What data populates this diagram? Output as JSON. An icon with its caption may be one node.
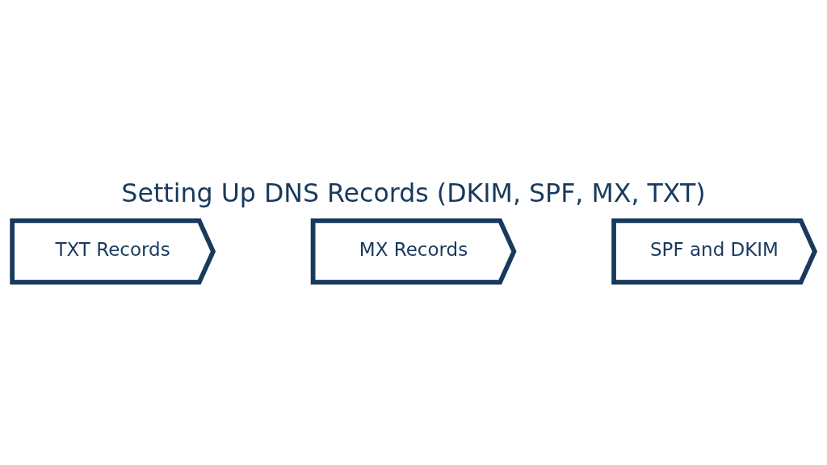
{
  "diagram": {
    "title": "Setting Up DNS Records (DKIM, SPF, MX, TXT)",
    "nodes": [
      {
        "text": [
          "TXT Records"
        ]
      },
      {
        "text": [
          "MX Records"
        ]
      },
      {
        "text": [
          "SPF and DKIM"
        ]
      }
    ]
  }
}
